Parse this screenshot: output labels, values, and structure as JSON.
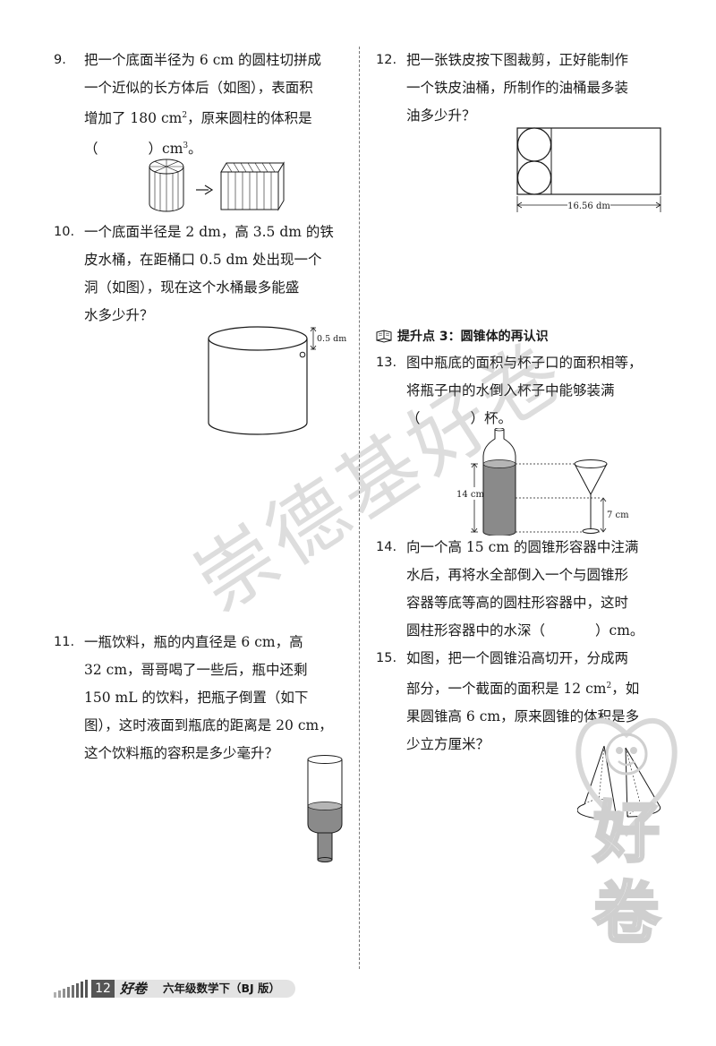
{
  "problems": {
    "p9": {
      "num": "9.",
      "l1": "把一个底面半径为 6 cm 的圆柱切拼成",
      "l2": "一个近似的长方体后（如图），表面积",
      "l3a": "增加了 180 cm",
      "l3sup": "2",
      "l3b": "，原来圆柱的体积是",
      "l4a": "（",
      "l4b": "）cm",
      "l4sup": "3",
      "l4c": "。"
    },
    "p10": {
      "num": "10.",
      "l1": "一个底面半径是 2 dm，高 3.5 dm 的铁",
      "l2": "皮水桶，在距桶口 0.5 dm 处出现一个",
      "l3": "洞（如图），现在这个水桶最多能盛",
      "l4": "水多少升？",
      "fig_label": "0.5 dm"
    },
    "p11": {
      "num": "11.",
      "l1": "一瓶饮料，瓶的内直径是 6 cm，高",
      "l2": "32 cm，哥哥喝了一些后，瓶中还剩",
      "l3": "150 mL 的饮料，把瓶子倒置（如下",
      "l4": "图），这时液面到瓶底的距离是 20 cm，",
      "l5": "这个饮料瓶的容积是多少毫升？"
    },
    "p12": {
      "num": "12.",
      "l1": "把一张铁皮按下图裁剪，正好能制作",
      "l2": "一个铁皮油桶，所制作的油桶最多装",
      "l3": "油多少升？",
      "fig_label": "16.56 dm"
    },
    "p13": {
      "num": "13.",
      "l1": "图中瓶底的面积与杯子口的面积相等，",
      "l2": "将瓶子中的水倒入杯子中能够装满",
      "l3a": "（",
      "l3b": "）杯。",
      "fig_label_a": "14 cm",
      "fig_label_b": "7 cm"
    },
    "p14": {
      "num": "14.",
      "l1": "向一个高 15 cm 的圆锥形容器中注满",
      "l2": "水后，再将水全部倒入一个与圆锥形",
      "l3": "容器等底等高的圆柱形容器中，这时",
      "l4a": "圆柱形容器中的水深（",
      "l4b": "）cm。"
    },
    "p15": {
      "num": "15.",
      "l1": "如图，把一个圆锥沿高切开，分成两",
      "l2a": "部分，一个截面的面积是 12 cm",
      "l2sup": "2",
      "l2b": "，如",
      "l3": "果圆锥高 6 cm，原来圆锥的体积是多",
      "l4": "少立方厘米？"
    }
  },
  "section": {
    "title": "提升点 3：圆锥体的再认识"
  },
  "watermark": {
    "text": "崇德基好卷"
  },
  "mascot": {
    "char1": "好",
    "char2": "卷"
  },
  "footer": {
    "page": "12",
    "logo": "好卷",
    "title": "六年级数学下（BJ 版）"
  },
  "colors": {
    "water": "#8a8a8a",
    "line": "#1a1a1a"
  }
}
